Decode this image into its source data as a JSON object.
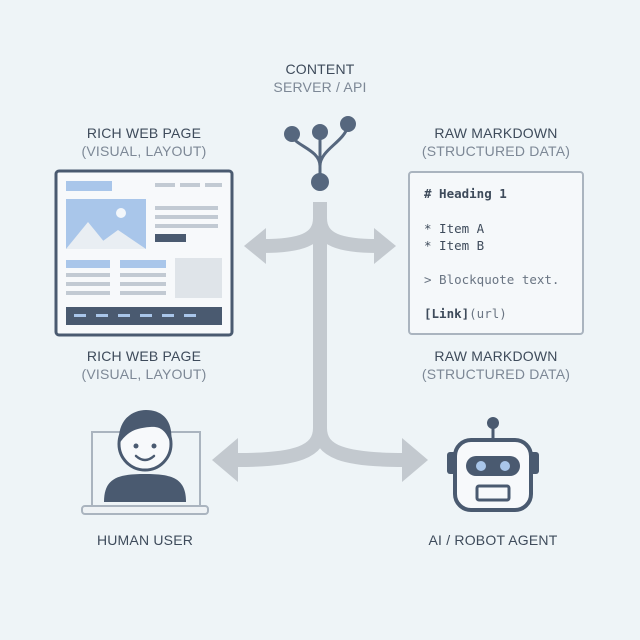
{
  "diagram": {
    "server": {
      "title": "CONTENT",
      "subtitle": "SERVER / API",
      "icon": "network-tree-icon"
    },
    "rich_page_top": {
      "title": "RICH WEB PAGE",
      "subtitle": "(VISUAL, LAYOUT)"
    },
    "raw_markdown_top": {
      "title": "RAW MARKDOWN",
      "subtitle": "(STRUCTURED DATA)"
    },
    "rich_page_bottom": {
      "title": "RICH WEB PAGE",
      "subtitle": "(VISUAL, LAYOUT)"
    },
    "raw_markdown_bottom": {
      "title": "RAW MARKDOWN",
      "subtitle": "(STRUCTURED DATA)"
    },
    "human": {
      "label": "HUMAN USER",
      "icon": "human-on-laptop-icon"
    },
    "robot": {
      "label": "AI / ROBOT AGENT",
      "icon": "robot-head-icon"
    },
    "markdown": {
      "heading": "# Heading 1",
      "item_a": "* Item A",
      "item_b": "* Item B",
      "quote": "> Blockquote text.",
      "link_text": "[Link]",
      "link_url": "(url)"
    },
    "colors": {
      "background": "#eef4f7",
      "accent_blue": "#a9c6ea",
      "ink": "#4a5a70",
      "arrow": "#c3c9cf"
    }
  }
}
